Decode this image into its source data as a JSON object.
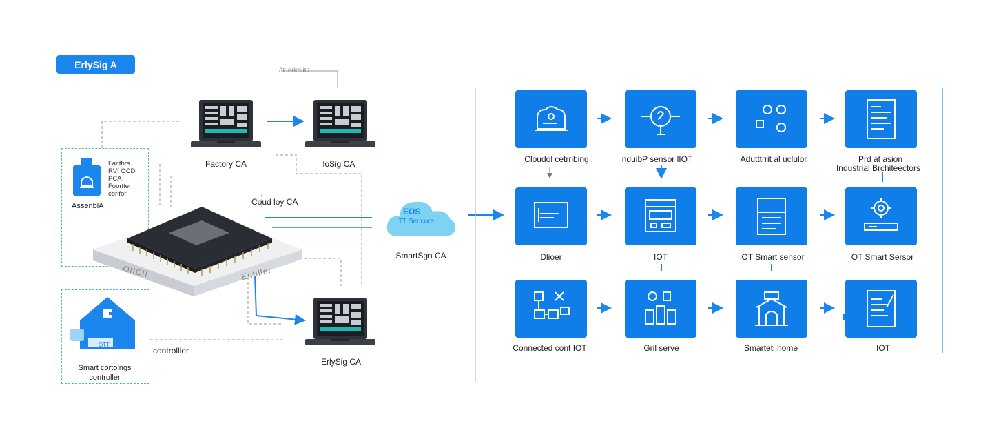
{
  "badge": {
    "label": "ErlySig A"
  },
  "left": {
    "top_note": "/\\CerkoliO",
    "laptops": [
      {
        "label": "Factory CA"
      },
      {
        "label": "loSig CA"
      },
      {
        "label": "ErlySig CA"
      }
    ],
    "assembly": {
      "lines": [
        "Factbrs",
        "RVf OCD",
        "PCA",
        "Foortter",
        "corlfor"
      ],
      "label": "AssenblA"
    },
    "chip": {
      "left_mark": "OIICII",
      "right_mark": "Entiller"
    },
    "cloud_link_label": "Coud loy CA",
    "cloud": {
      "text_top": "EOS",
      "text_bottom": "TT Sencore",
      "label": "SmartSgn CA"
    },
    "home": {
      "screen_text": "OTT",
      "label_line1": "Smart cortolngs",
      "label_line2": "controller"
    },
    "controller_label": "controlller"
  },
  "right": {
    "rows": [
      {
        "tiles": [
          {
            "icon": "cloud-display-icon",
            "label": "Cloudol cetrribing"
          },
          {
            "icon": "bulb-sensor-icon",
            "label": "nduibP sensor lIOT"
          },
          {
            "icon": "gears-icon",
            "label": "Adutttrrit al uclulor"
          },
          {
            "icon": "document-list-icon",
            "label": "Prd at asion",
            "label2": "Industrial Brchiteectors"
          }
        ]
      },
      {
        "tiles": [
          {
            "icon": "monitor-icon",
            "label": "Dlioer"
          },
          {
            "icon": "control-panel-icon",
            "label": "IOT"
          },
          {
            "icon": "document-icon",
            "label": "OT Smart sensor"
          },
          {
            "icon": "gear-server-icon",
            "label": "OT Smart Sersor"
          }
        ]
      },
      {
        "tiles": [
          {
            "icon": "network-icon",
            "label": "Connected cont IOT"
          },
          {
            "icon": "grid-icon",
            "label": "Gril serve"
          },
          {
            "icon": "home-icon",
            "label": "Smarteti home"
          },
          {
            "icon": "report-icon",
            "label": "IOT"
          }
        ]
      }
    ]
  },
  "colors": {
    "accent": "#1a86ee",
    "tile": "#0f7ee8",
    "dash": "#58b9a7",
    "line": "#888888"
  }
}
